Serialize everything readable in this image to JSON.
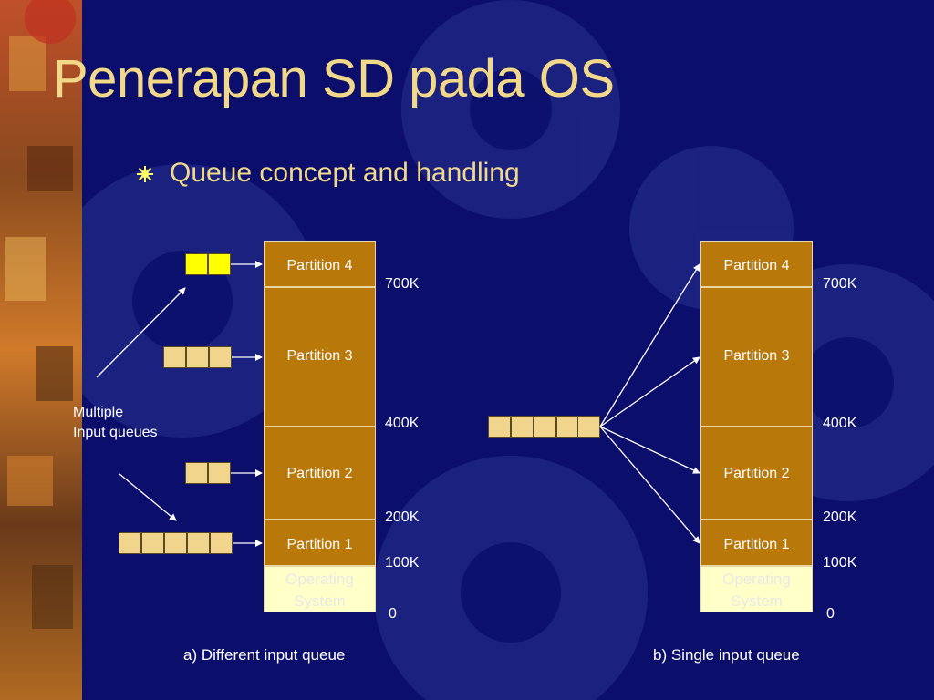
{
  "slide": {
    "title": "Penerapan SD pada OS",
    "bullet": "Queue concept and handling"
  },
  "diagram_a": {
    "partitions": [
      "Partition 4",
      "Partition 3",
      "Partition 2",
      "Partition 1"
    ],
    "os_label": "Operating\nSystem",
    "addresses": [
      "700K",
      "400K",
      "200K",
      "100K",
      "0"
    ],
    "side_label": "Multiple\nInput queues",
    "caption": "a) Different input queue"
  },
  "diagram_b": {
    "partitions": [
      "Partition 4",
      "Partition 3",
      "Partition 2",
      "Partition 1"
    ],
    "os_label": "Operating\nSystem",
    "addresses": [
      "700K",
      "400K",
      "200K",
      "100K",
      "0"
    ],
    "caption": "b) Single input queue"
  },
  "colors": {
    "background": "#0b0f6b",
    "title_text": "#f2d98a",
    "partition_fill": "#b8780a",
    "os_fill": "#ffffc8",
    "queue_cell": "#f2d58c",
    "queue_cell_highlight": "#ffff00"
  }
}
